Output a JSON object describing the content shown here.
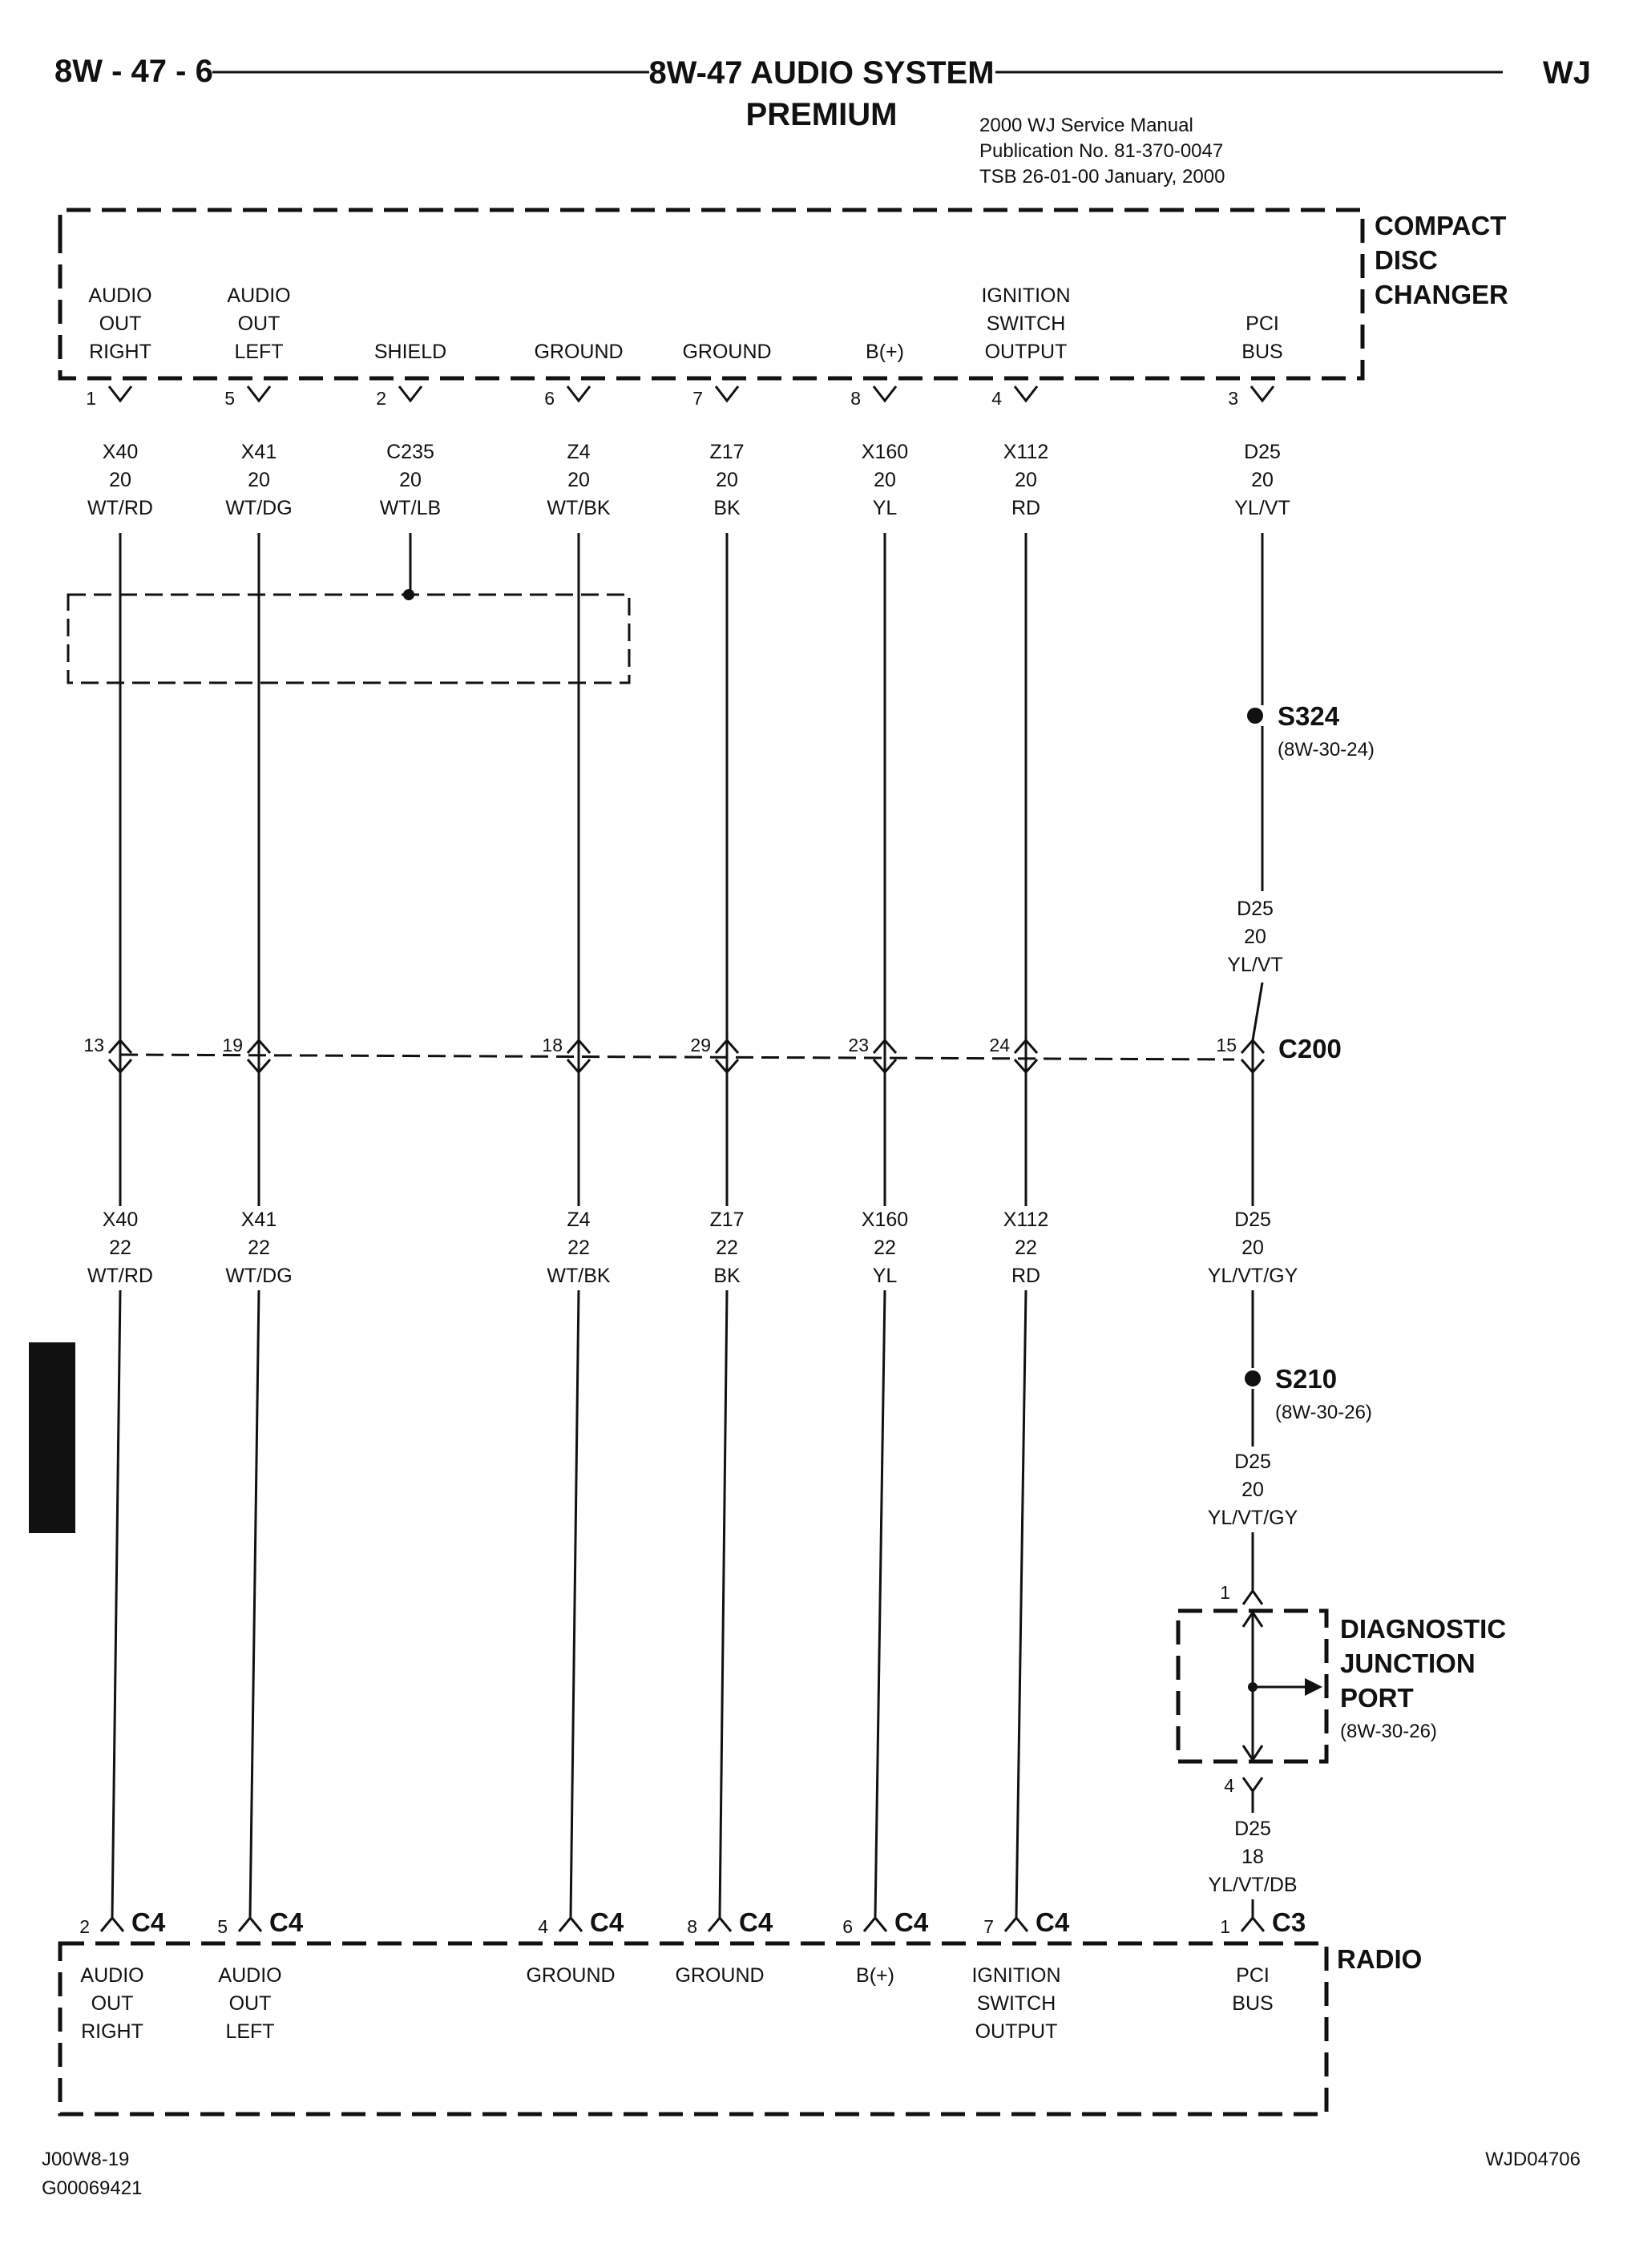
{
  "header": {
    "page_id": "8W - 47 - 6",
    "title_line1": "8W-47 AUDIO SYSTEM",
    "title_line2": "PREMIUM",
    "model": "WJ",
    "manual_line1": "2000 WJ Service Manual",
    "manual_line2": "Publication No. 81-370-0047",
    "manual_line3": "TSB 26-01-00   January, 2000"
  },
  "cd_changer": {
    "name_lines": [
      "COMPACT",
      "DISC",
      "CHANGER"
    ],
    "pins": [
      {
        "label": [
          "AUDIO",
          "OUT",
          "RIGHT"
        ],
        "pin": "1",
        "wire": [
          "X40",
          "20",
          "WT/RD"
        ]
      },
      {
        "label": [
          "AUDIO",
          "OUT",
          "LEFT"
        ],
        "pin": "5",
        "wire": [
          "X41",
          "20",
          "WT/DG"
        ]
      },
      {
        "label": [
          "SHIELD"
        ],
        "pin": "2",
        "wire": [
          "C235",
          "20",
          "WT/LB"
        ]
      },
      {
        "label": [
          "GROUND"
        ],
        "pin": "6",
        "wire": [
          "Z4",
          "20",
          "WT/BK"
        ]
      },
      {
        "label": [
          "GROUND"
        ],
        "pin": "7",
        "wire": [
          "Z17",
          "20",
          "BK"
        ]
      },
      {
        "label": [
          "B(+)"
        ],
        "pin": "8",
        "wire": [
          "X160",
          "20",
          "YL"
        ]
      },
      {
        "label": [
          "IGNITION",
          "SWITCH",
          "OUTPUT"
        ],
        "pin": "4",
        "wire": [
          "X112",
          "20",
          "RD"
        ]
      },
      {
        "label": [
          "PCI",
          "BUS"
        ],
        "pin": "3",
        "wire": [
          "D25",
          "20",
          "YL/VT"
        ]
      }
    ]
  },
  "splice_s324": {
    "name": "S324",
    "ref": "(8W-30-24)",
    "wire_after": [
      "D25",
      "20",
      "YL/VT"
    ]
  },
  "connector_c200": {
    "name": "C200",
    "pins": [
      "13",
      "19",
      "18",
      "29",
      "23",
      "24",
      "15"
    ]
  },
  "lower_wires": [
    [
      "X40",
      "22",
      "WT/RD"
    ],
    [
      "X41",
      "22",
      "WT/DG"
    ],
    [
      "Z4",
      "22",
      "WT/BK"
    ],
    [
      "Z17",
      "22",
      "BK"
    ],
    [
      "X160",
      "22",
      "YL"
    ],
    [
      "X112",
      "22",
      "RD"
    ],
    [
      "D25",
      "20",
      "YL/VT/GY"
    ]
  ],
  "splice_s210": {
    "name": "S210",
    "ref": "(8W-30-26)",
    "wire_after": [
      "D25",
      "20",
      "YL/VT/GY"
    ]
  },
  "diag_port": {
    "name_lines": [
      "DIAGNOSTIC",
      "JUNCTION",
      "PORT"
    ],
    "ref": "(8W-30-26)",
    "pin_in": "1",
    "pin_out": "4",
    "wire_after": [
      "D25",
      "18",
      "YL/VT/DB"
    ]
  },
  "radio": {
    "name": "RADIO",
    "pins": [
      {
        "pin": "2",
        "conn": "C4",
        "label": [
          "AUDIO",
          "OUT",
          "RIGHT"
        ]
      },
      {
        "pin": "5",
        "conn": "C4",
        "label": [
          "AUDIO",
          "OUT",
          "LEFT"
        ]
      },
      {
        "pin": "4",
        "conn": "C4",
        "label": [
          "GROUND"
        ]
      },
      {
        "pin": "8",
        "conn": "C4",
        "label": [
          "GROUND"
        ]
      },
      {
        "pin": "6",
        "conn": "C4",
        "label": [
          "B(+)"
        ]
      },
      {
        "pin": "7",
        "conn": "C4",
        "label": [
          "IGNITION",
          "SWITCH",
          "OUTPUT"
        ]
      },
      {
        "pin": "1",
        "conn": "C3",
        "label": [
          "PCI",
          "BUS"
        ]
      }
    ]
  },
  "footer": {
    "left_line1": "J00W8-19",
    "left_line2": "G00069421",
    "right": "WJD04706"
  }
}
